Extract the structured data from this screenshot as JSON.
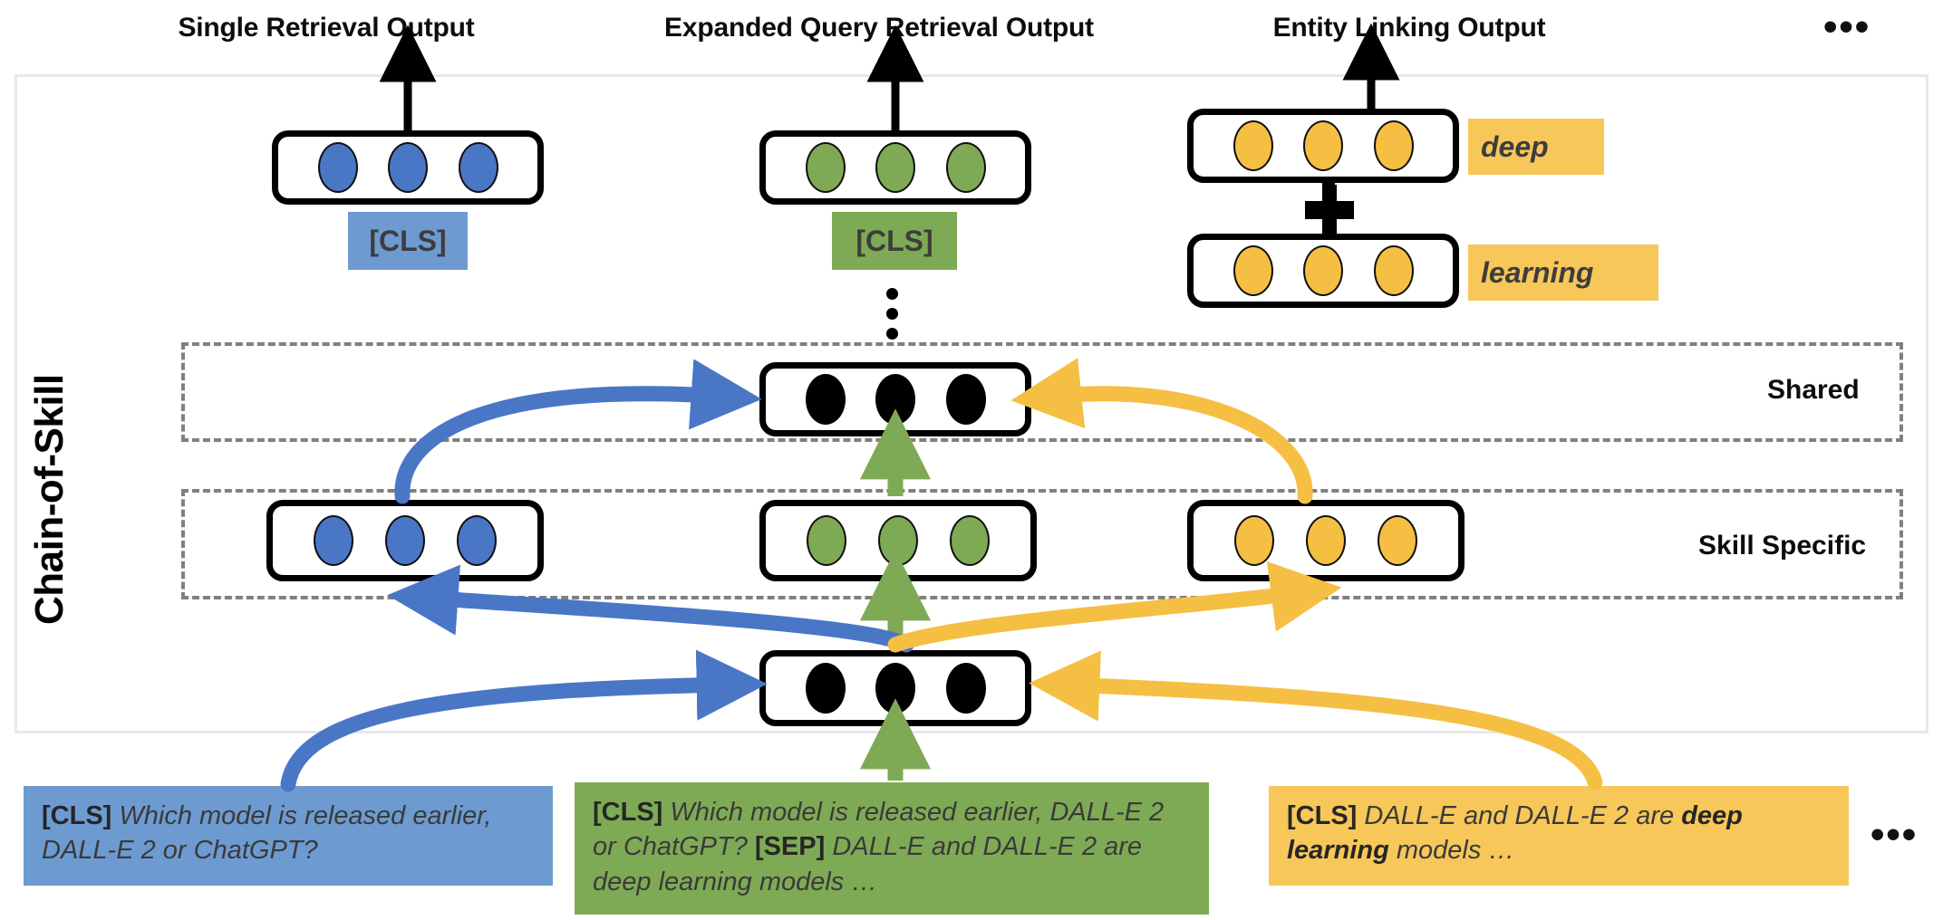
{
  "figure": {
    "title_vertical": "Chain-of-Skill",
    "overflow_marker": "•••"
  },
  "outputs": [
    {
      "id": "single-retrieval",
      "label": "Single Retrieval Output",
      "color": "#4A76C6"
    },
    {
      "id": "expanded-query-retrieval",
      "label": "Expanded Query Retrieval Output",
      "color": "#7FAA55"
    },
    {
      "id": "entity-linking",
      "label": "Entity Linking Output",
      "color": "#F5BF43"
    }
  ],
  "output_heads": {
    "single_retrieval": {
      "token_label": "[CLS]",
      "token_color": "#6D9BD1",
      "node_color": "blue",
      "node_count": 3
    },
    "expanded_query": {
      "token_label": "[CLS]",
      "token_color": "#7FAA55",
      "node_color": "green",
      "node_count": 3
    },
    "entity_linking": {
      "node_color": "orange",
      "node_count": 3,
      "span_tokens": [
        "deep",
        "learning"
      ],
      "combine_symbol": "+",
      "token_color": "#F7C759"
    }
  },
  "bands": [
    {
      "id": "shared",
      "label": "Shared"
    },
    {
      "id": "skill-specific",
      "label": "Skill Specific"
    }
  ],
  "encoder_blocks": {
    "shared_upper": {
      "node_color": "black",
      "node_count": 3
    },
    "shared_lower": {
      "node_color": "black",
      "node_count": 3
    },
    "skill_blue": {
      "node_color": "blue",
      "node_count": 3
    },
    "skill_green": {
      "node_color": "green",
      "node_count": 3
    },
    "skill_orange": {
      "node_color": "orange",
      "node_count": 3
    }
  },
  "inputs": [
    {
      "id": "single-retrieval-input",
      "color": "#6D9BD1",
      "cls": "[CLS]",
      "text": "Which model is released earlier, DALL-E 2 or ChatGPT?"
    },
    {
      "id": "expanded-query-input",
      "color": "#7FAA55",
      "cls": "[CLS]",
      "text_a": "Which model is released earlier, DALL-E 2 or ChatGPT?",
      "sep": "[SEP]",
      "text_b": "DALL-E and DALL-E 2 are deep learning models …"
    },
    {
      "id": "entity-linking-input",
      "color": "#F7C759",
      "cls": "[CLS]",
      "text_a": "DALL-E and DALL-E 2 are ",
      "highlight": "deep learning",
      "text_b": " models …"
    }
  ],
  "ellipses": {
    "top_right": "•••",
    "bottom_right": "•••",
    "vertical_dots_count": 3
  },
  "palette": {
    "blue": "#4A76C6",
    "blue_light": "#6D9BD1",
    "green": "#7FAA55",
    "orange": "#F5BF43",
    "orange_light": "#F7C759",
    "black": "#000000",
    "dash_gray": "#808080",
    "frame_gray": "#E8E8E8"
  }
}
